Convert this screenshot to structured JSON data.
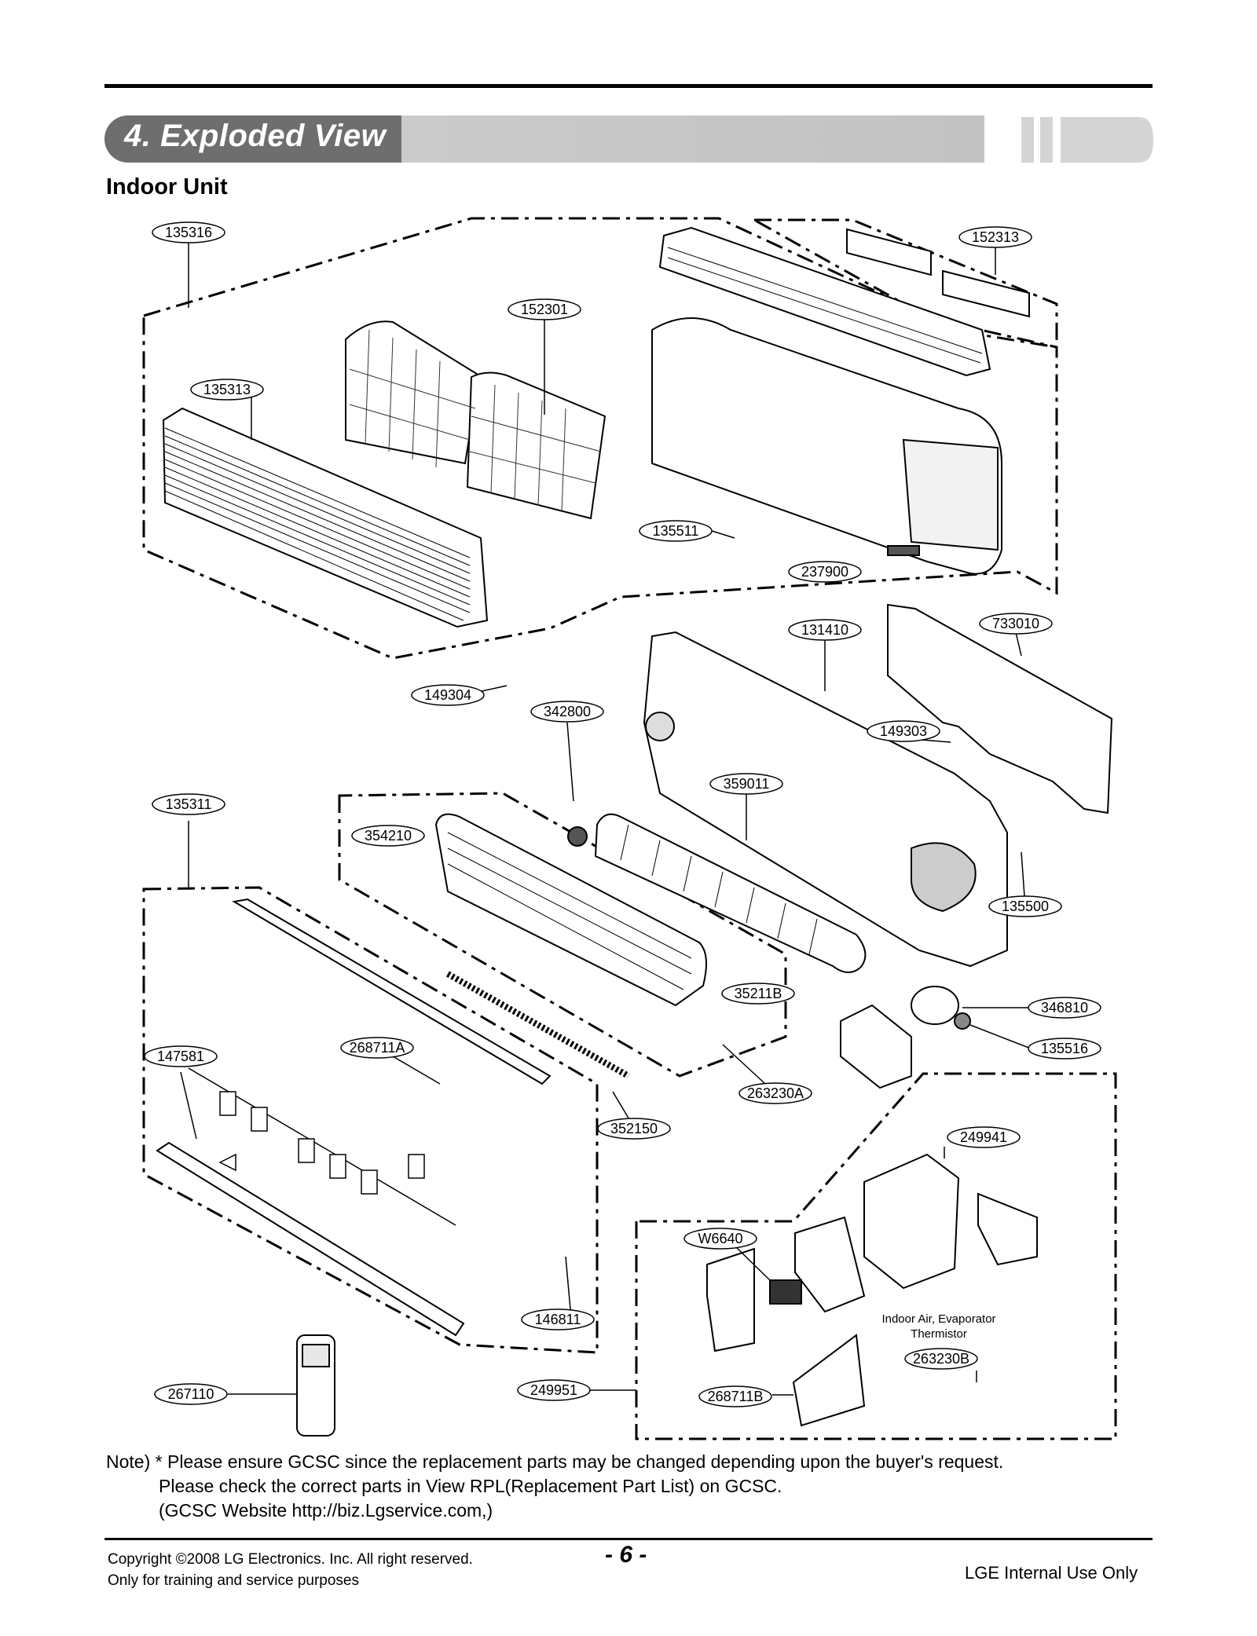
{
  "header": {
    "section_title": "4. Exploded View",
    "subtitle": "Indoor Unit"
  },
  "parts": {
    "p135316": "135316",
    "p152313": "152313",
    "p152301": "152301",
    "p135313": "135313",
    "p135511": "135511",
    "p237900": "237900",
    "p131410": "131410",
    "p733010": "733010",
    "p149304": "149304",
    "p342800": "342800",
    "p149303": "149303",
    "p359011": "359011",
    "p135311": "135311",
    "p354210": "354210",
    "p135500": "135500",
    "p35211B": "35211B",
    "p346810": "346810",
    "p147581": "147581",
    "p268711A": "268711A",
    "p135516": "135516",
    "p263230A": "263230A",
    "p352150": "352150",
    "p249941": "249941",
    "pW6640": "W6640",
    "p146811": "146811",
    "p263230B": "263230B",
    "p267110": "267110",
    "p249951": "249951",
    "p268711B": "268711B"
  },
  "thermistor_label_line1": "Indoor Air, Evaporator",
  "thermistor_label_line2": "Thermistor",
  "note": {
    "line1": "Note) * Please ensure GCSC since the replacement parts may be changed depending upon the buyer's request.",
    "line2": "Please check  the correct parts in View RPL(Replacement Part List) on GCSC.",
    "line3": "(GCSC Website  http://biz.Lgservice.com,)"
  },
  "footer": {
    "copyright": "Copyright ©2008 LG Electronics. Inc. All right reserved.",
    "training": "Only for training and service purposes",
    "page_number": "- 6 -",
    "internal": "LGE Internal Use Only"
  }
}
